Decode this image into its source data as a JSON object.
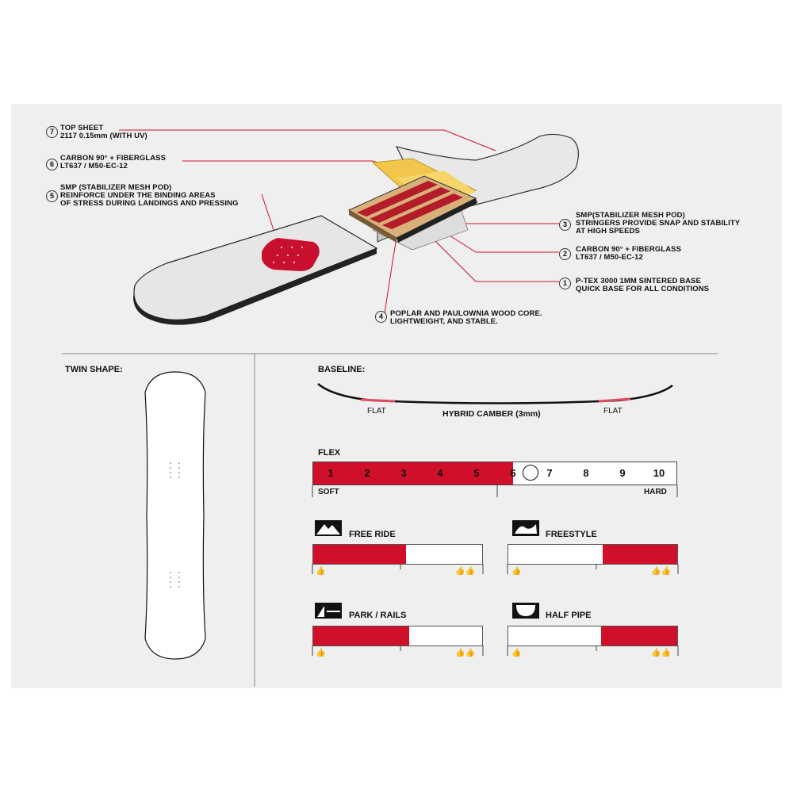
{
  "layers": [
    {
      "number": "7",
      "line1": "TOP SHEET",
      "line2": "2117 0.15mm (WITH UV)",
      "line3": ""
    },
    {
      "number": "6",
      "line1": "CARBON 90° + FIBERGLASS",
      "line2": "LT637 / M50-EC-12",
      "line3": ""
    },
    {
      "number": "5",
      "line1": "SMP (STABILIZER MESH POD)",
      "line2": "REINFORCE UNDER THE BINDING AREAS",
      "line3": "OF STRESS DURING LANDINGS AND PRESSING"
    },
    {
      "number": "3",
      "line1": "SMP(STABILIZER MESH POD)",
      "line2": "STRINGERS PROVIDE SNAP AND STABILITY",
      "line3": "AT HIGH SPEEDS"
    },
    {
      "number": "2",
      "line1": "CARBON 90° + FIBERGLASS",
      "line2": "LT637 / M50-EC-12",
      "line3": ""
    },
    {
      "number": "1",
      "line1": "P-TEX 3000 1MM SINTERED BASE",
      "line2": "QUICK BASE FOR ALL CONDITIONS",
      "line3": ""
    },
    {
      "number": "4",
      "line1": "POPLAR AND PAULOWNIA WOOD CORE.",
      "line2": "LIGHTWEIGHT, AND STABLE.",
      "line3": ""
    }
  ],
  "shape": {
    "title": "TWIN SHAPE:"
  },
  "baseline": {
    "title": "BASELINE:",
    "left_flat": "FLAT",
    "center": "HYBRID CAMBER (3mm)",
    "right_flat": "FLAT"
  },
  "flex": {
    "title": "FLEX",
    "scale": [
      "1",
      "2",
      "3",
      "4",
      "5",
      "6",
      "7",
      "8",
      "9",
      "10"
    ],
    "value": 6,
    "soft": "SOFT",
    "hard": "HARD"
  },
  "ratings": [
    {
      "name": "FREE RIDE",
      "icon": "mountain-icon",
      "fill": 0.55,
      "from": "left"
    },
    {
      "name": "FREESTYLE",
      "icon": "freestyle-icon",
      "fill": 0.44,
      "from": "right"
    },
    {
      "name": "PARK / RAILS",
      "icon": "park-icon",
      "fill": 0.57,
      "from": "left"
    },
    {
      "name": "HALF PIPE",
      "icon": "halfpipe-icon",
      "fill": 0.45,
      "from": "right"
    }
  ],
  "colors": {
    "accent": "#d0102a",
    "panel": "#efefef",
    "yellow": "#f2c64a",
    "wood": "#d9b07a"
  }
}
